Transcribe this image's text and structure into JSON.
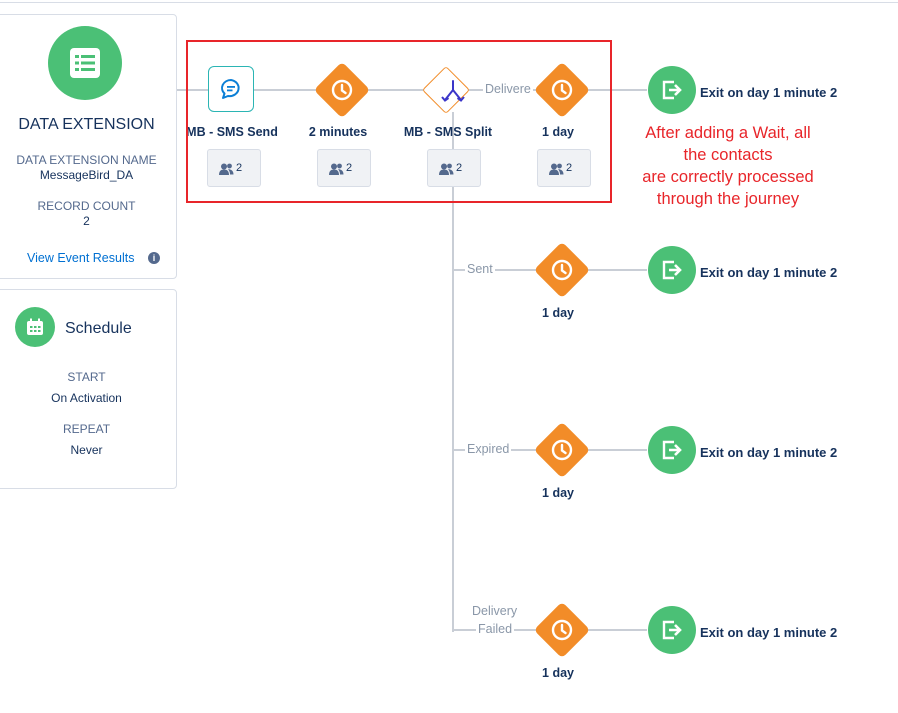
{
  "data_extension": {
    "title": "DATA EXTENSION",
    "name_label": "DATA EXTENSION NAME",
    "name_value": "MessageBird_DA",
    "count_label": "RECORD COUNT",
    "count_value": "2",
    "link": "View Event Results",
    "info_icon": "i"
  },
  "schedule": {
    "title": "Schedule",
    "start_label": "START",
    "start_value": "On Activation",
    "repeat_label": "REPEAT",
    "repeat_value": "Never"
  },
  "nodes": {
    "sms_send": {
      "label": "MB - SMS Send",
      "count": "2"
    },
    "wait_1": {
      "label": "2 minutes",
      "count": "2"
    },
    "split": {
      "label": "MB - SMS Split",
      "count": "2"
    },
    "wait_2": {
      "label": "1 day",
      "count": "2"
    }
  },
  "paths": [
    {
      "label": "Delivere",
      "wait": "1 day",
      "exit": "Exit on day 1 minute 2"
    },
    {
      "label": "Sent",
      "wait": "1 day",
      "exit": "Exit on day 1 minute 2"
    },
    {
      "label": "Expired",
      "wait": "1 day",
      "exit": "Exit on day 1 minute 2"
    },
    {
      "label_line1": "Delivery",
      "label_line2": "Failed",
      "wait": "1 day",
      "exit": "Exit on day 1 minute 2"
    }
  ],
  "annotation": {
    "line1": "After adding a Wait, all",
    "line2": "the contacts",
    "line3": "are correctly processed",
    "line4": "through the journey"
  },
  "colors": {
    "accent_green": "#4bc076",
    "wait_orange": "#f28c28",
    "sms_teal": "#2bb5b4",
    "annotation_red": "#e8252a",
    "link_blue": "#0070d2"
  }
}
